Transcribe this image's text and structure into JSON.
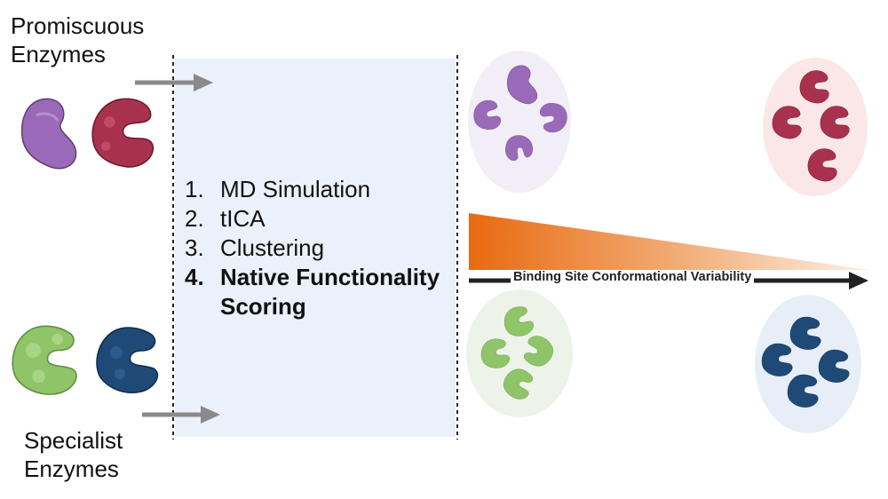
{
  "promiscuous_label": "Promiscuous\nEnzymes",
  "specialist_label": "Specialist\nEnzymes",
  "steps": [
    {
      "num": "1.",
      "text": "MD Simulation",
      "bold": false
    },
    {
      "num": "2.",
      "text": "tICA",
      "bold": false
    },
    {
      "num": "3.",
      "text": "Clustering",
      "bold": false
    },
    {
      "num": "4.",
      "text": "Native Functionality Scoring",
      "bold": true
    }
  ],
  "axis_label": "Binding Site Conformational Variability",
  "colors": {
    "purple": "#9a6ab8",
    "crimson": "#a8324e",
    "green": "#8fc468",
    "navy": "#1f4a78",
    "panel": "#eaf1fb",
    "gradient_start": "#e86a10",
    "arrow_gray": "#8a8a8a"
  },
  "icons": [
    "purple-enzyme-icon",
    "crimson-enzyme-icon",
    "green-enzyme-icon",
    "navy-enzyme-icon"
  ]
}
